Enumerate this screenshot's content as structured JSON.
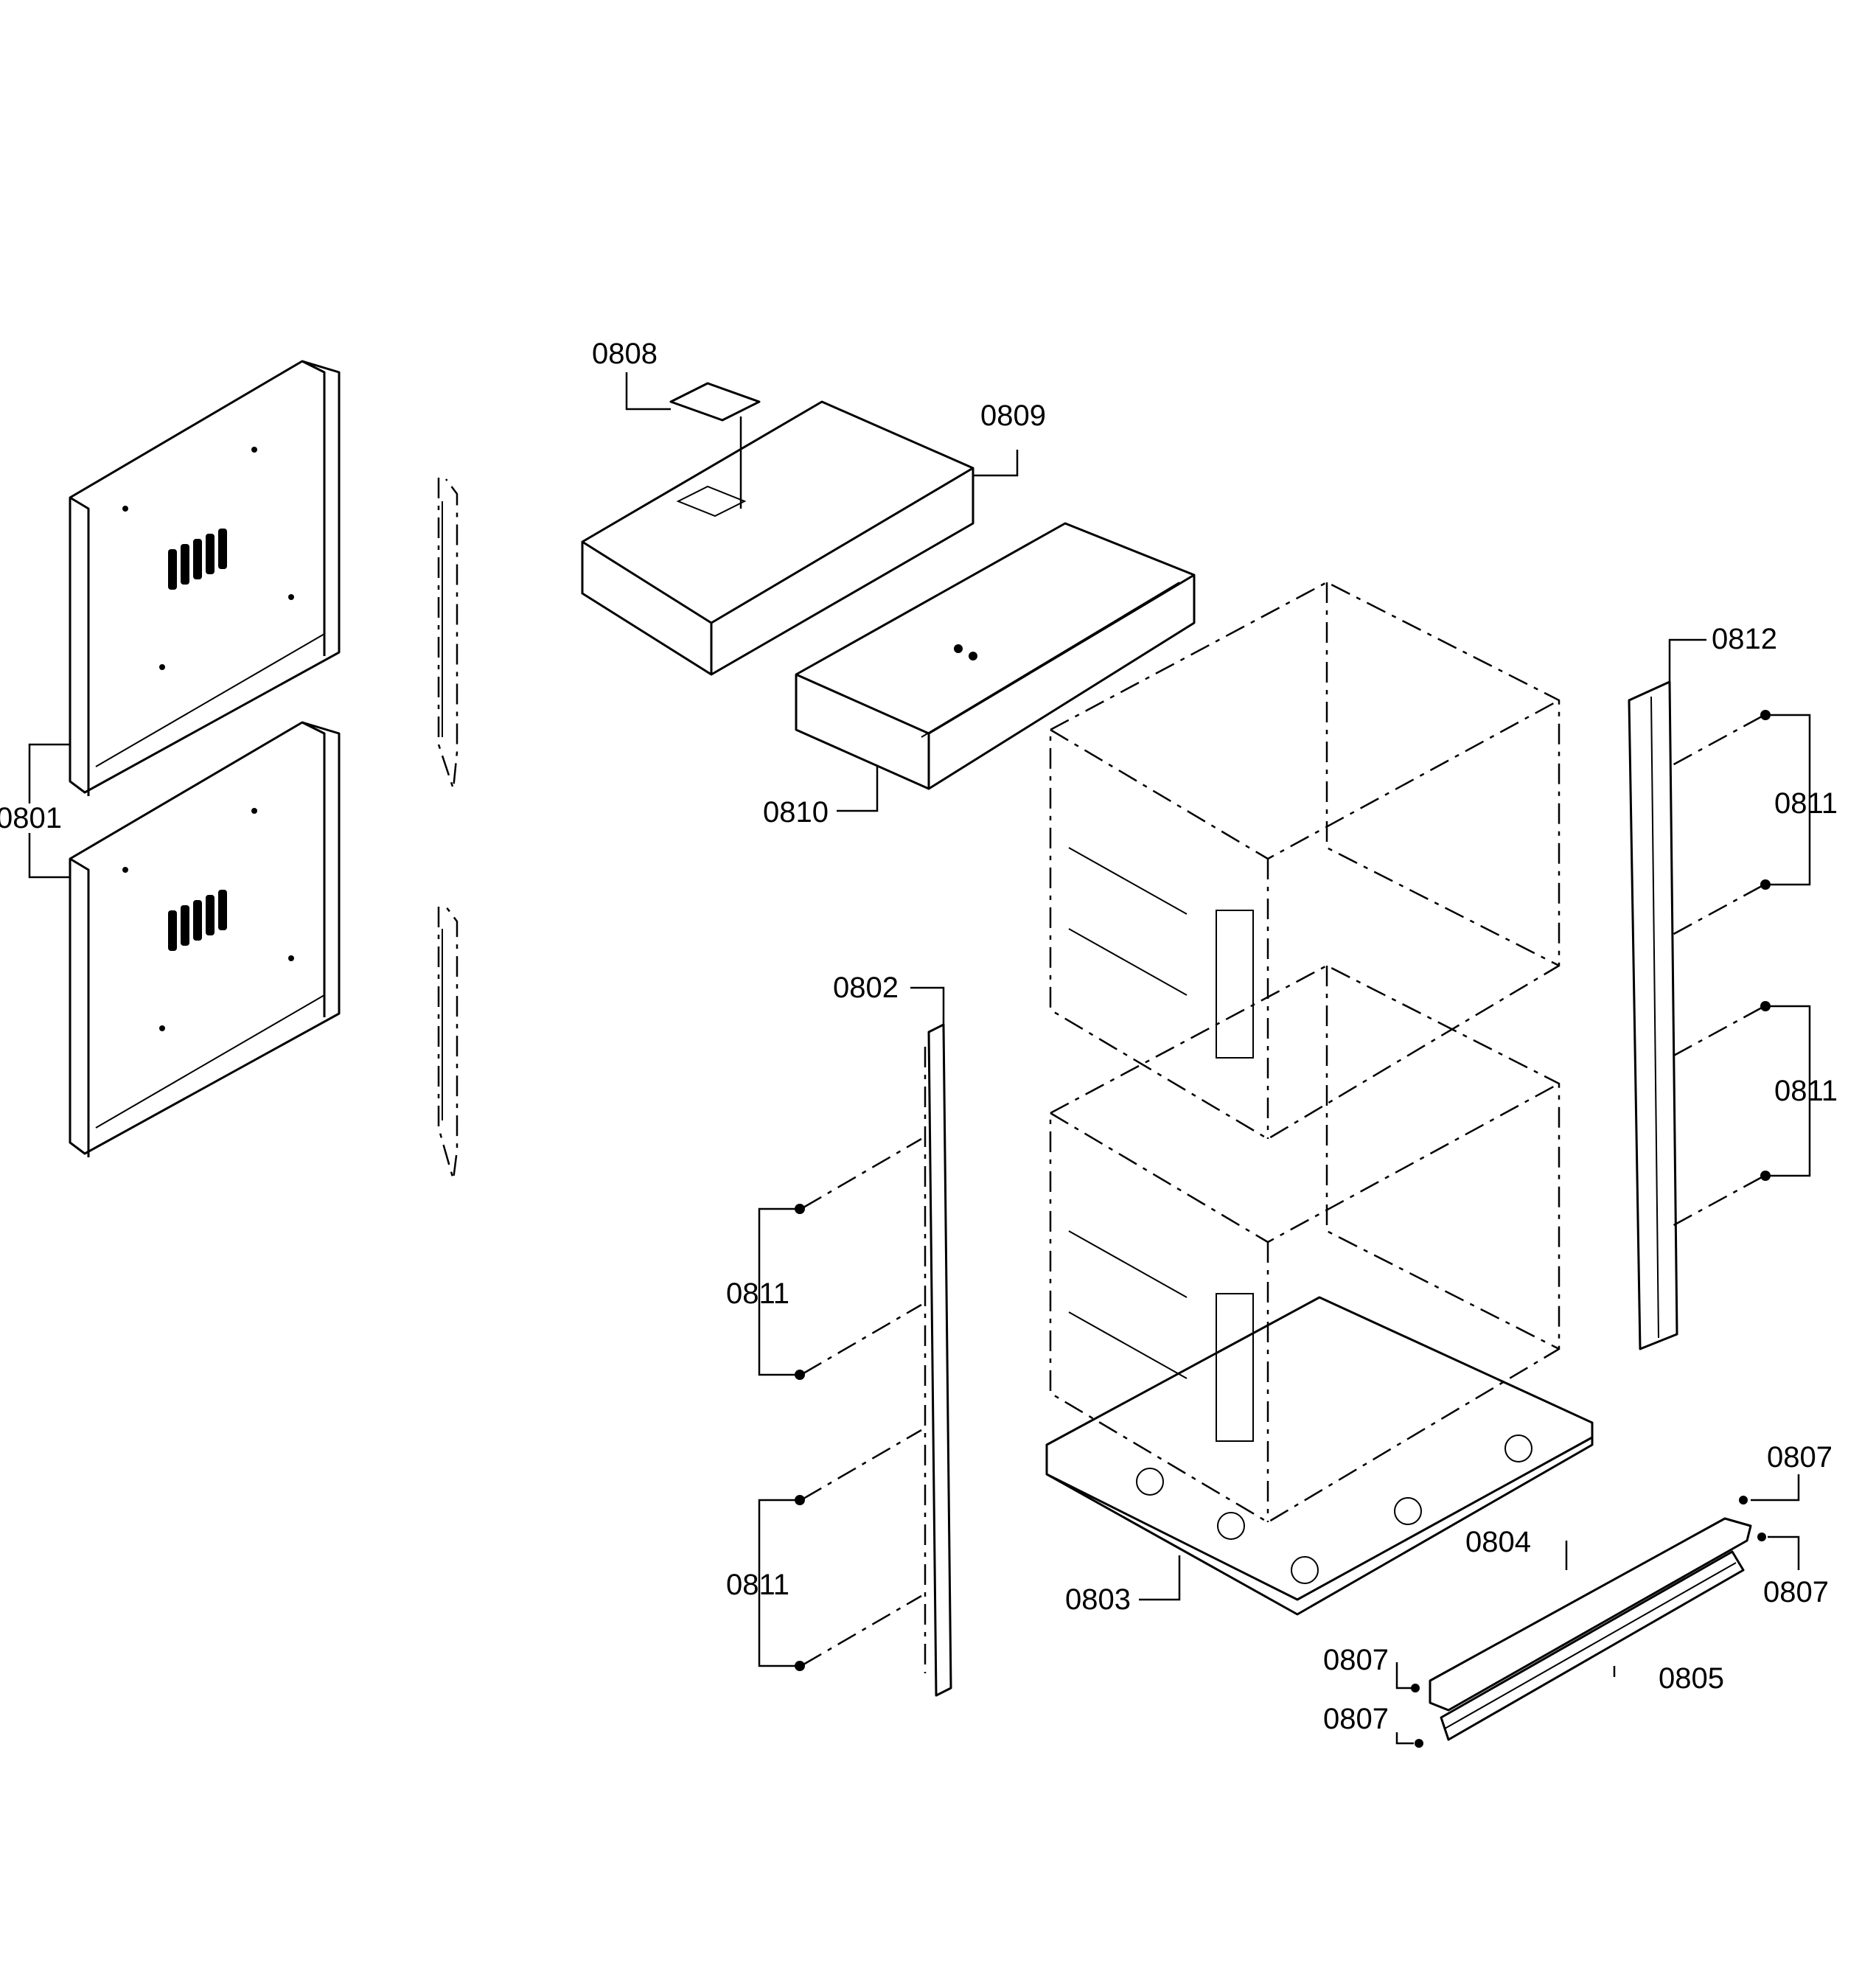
{
  "labels": {
    "p0801": "0801",
    "p0808": "0808",
    "p0809": "0809",
    "p0810": "0810",
    "p0802": "0802",
    "p0812": "0812",
    "p0811_a": "0811",
    "p0811_b": "0811",
    "p0811_c": "0811",
    "p0811_d": "0811",
    "p0807_a": "0807",
    "p0807_b": "0807",
    "p0807_c": "0807",
    "p0807_d": "0807",
    "p0804": "0804",
    "p0805": "0805",
    "p0803": "0803"
  }
}
